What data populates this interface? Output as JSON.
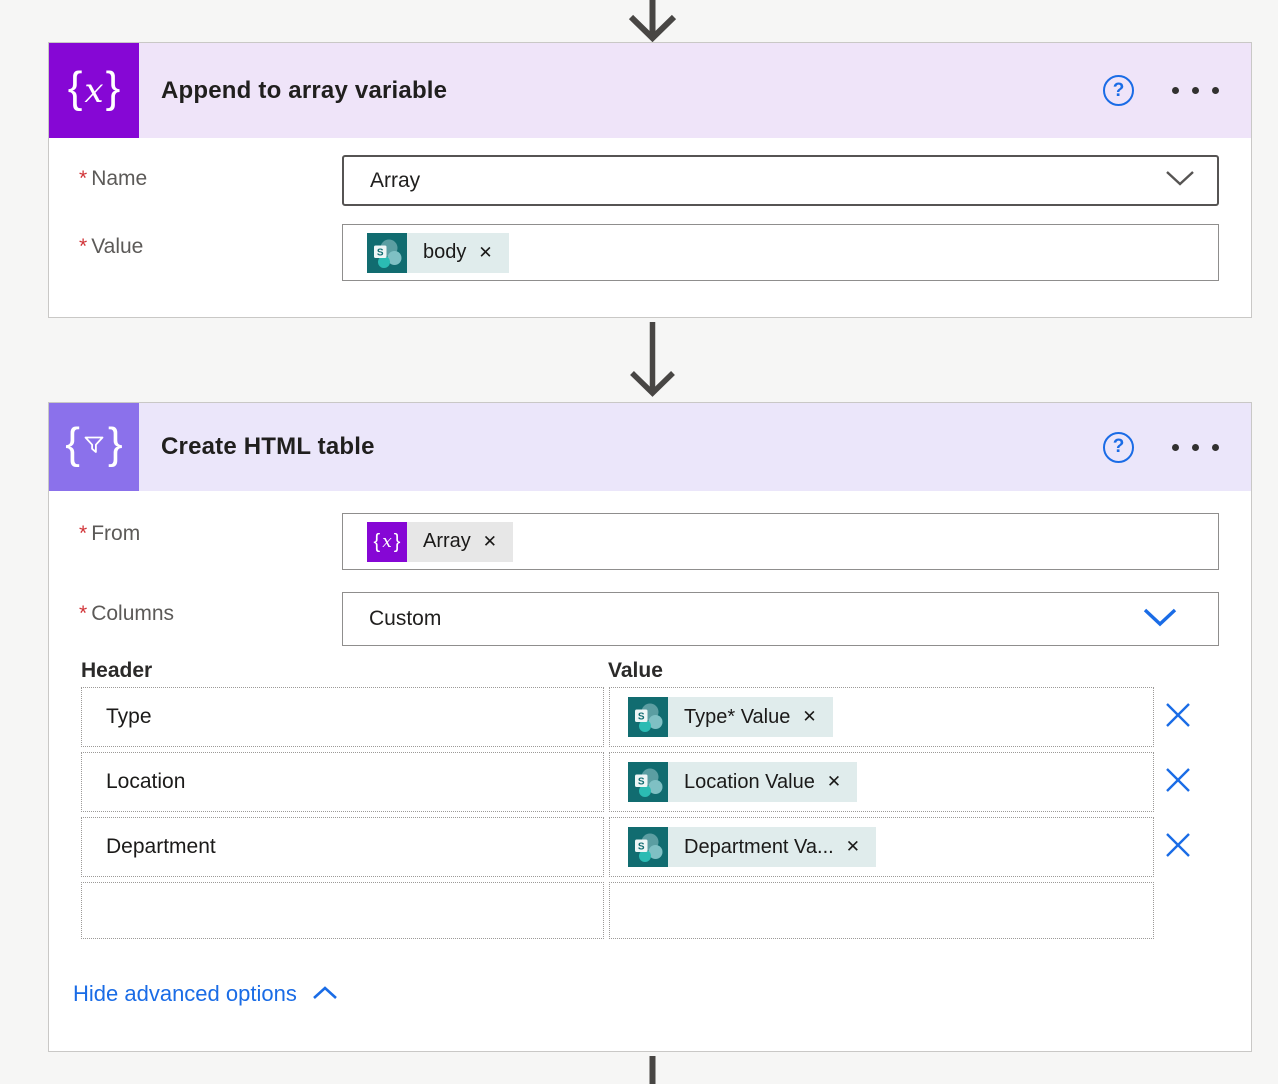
{
  "colors": {
    "canvas_bg": "#f6f6f5",
    "accent_blue": "#1a6ce6",
    "required_red": "#d13438",
    "card1_header_bg": "#efe4f9",
    "card1_icon_purple": "#8607d5",
    "card2_header_bg": "#ebe6fa",
    "card2_icon_violet": "#8b71eb",
    "sharepoint_teal": "#116c70",
    "token_teal_bg": "#e0ecec",
    "token_gray_bg": "#e7e7e7",
    "arrow_gray": "#484644"
  },
  "flow": {
    "card1": {
      "title": "Append to array variable",
      "icon": {
        "left_brace": "{",
        "glyph": "x",
        "right_brace": "}"
      },
      "help_glyph": "?",
      "name_field": {
        "required_mark": "*",
        "label": "Name",
        "value": "Array"
      },
      "value_field": {
        "required_mark": "*",
        "label": "Value",
        "token": {
          "icon": "sharepoint-icon",
          "label": "body",
          "remove_glyph": "✕"
        }
      }
    },
    "card2": {
      "title": "Create HTML table",
      "icon": {
        "left_brace": "{",
        "right_brace": "}"
      },
      "help_glyph": "?",
      "from_field": {
        "required_mark": "*",
        "label": "From",
        "token": {
          "icon": "fx-variable-icon",
          "label": "Array",
          "remove_glyph": "✕"
        }
      },
      "columns_field": {
        "required_mark": "*",
        "label": "Columns",
        "value": "Custom"
      },
      "table": {
        "columns": [
          "Header",
          "Value"
        ],
        "rows": [
          {
            "header": "Type",
            "value": "Type* Value",
            "remove_glyph": "✕"
          },
          {
            "header": "Location",
            "value": "Location Value",
            "remove_glyph": "✕"
          },
          {
            "header": "Department",
            "value": "Department Va...",
            "remove_glyph": "✕"
          }
        ]
      },
      "advanced_toggle_label": "Hide advanced options"
    }
  }
}
